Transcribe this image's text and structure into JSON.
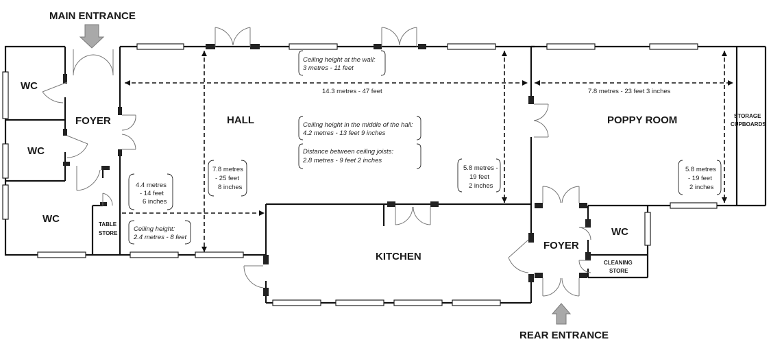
{
  "entrances": {
    "main": "MAIN ENTRANCE",
    "rear": "REAR ENTRANCE"
  },
  "rooms": {
    "wc": "WC",
    "foyer": "FOYER",
    "hall": "HALL",
    "poppy_room": "POPPY ROOM",
    "kitchen": "KITCHEN",
    "table_store_line1": "TABLE",
    "table_store_line2": "STORE",
    "storage_line1": "STORAGE",
    "storage_line2": "CUPBOARDS",
    "cleaning_store_line1": "CLEANING",
    "cleaning_store_line2": "STORE"
  },
  "notes": {
    "ceiling_wall_1": "Ceiling height at the wall:",
    "ceiling_wall_2": "3 metres - 11 feet",
    "ceiling_middle_1": "Ceiling height in the middle of the hall:",
    "ceiling_middle_2": "4.2 metres - 13 feet 9 inches",
    "joists_1": "Distance between ceiling joists:",
    "joists_2": "2.8 metres - 9 feet 2 inches",
    "ceiling_foyer_1": "Ceiling height:",
    "ceiling_foyer_2": "2.4 metres - 8 feet"
  },
  "measurements": {
    "hall_length": "14.3 metres - 47 feet",
    "poppy_length": "7.8 metres - 23 feet 3 inches",
    "hall_width": [
      "7.8 metres",
      "- 25 feet",
      "8 inches"
    ],
    "foyer_width": [
      "4.4 metres",
      "- 14 feet",
      "6 inches"
    ],
    "hall_east_width": [
      "5.8 metres -",
      "19 feet",
      "2 inches"
    ],
    "poppy_width": [
      "5.8 metres",
      "- 19 feet",
      "2 inches"
    ]
  }
}
